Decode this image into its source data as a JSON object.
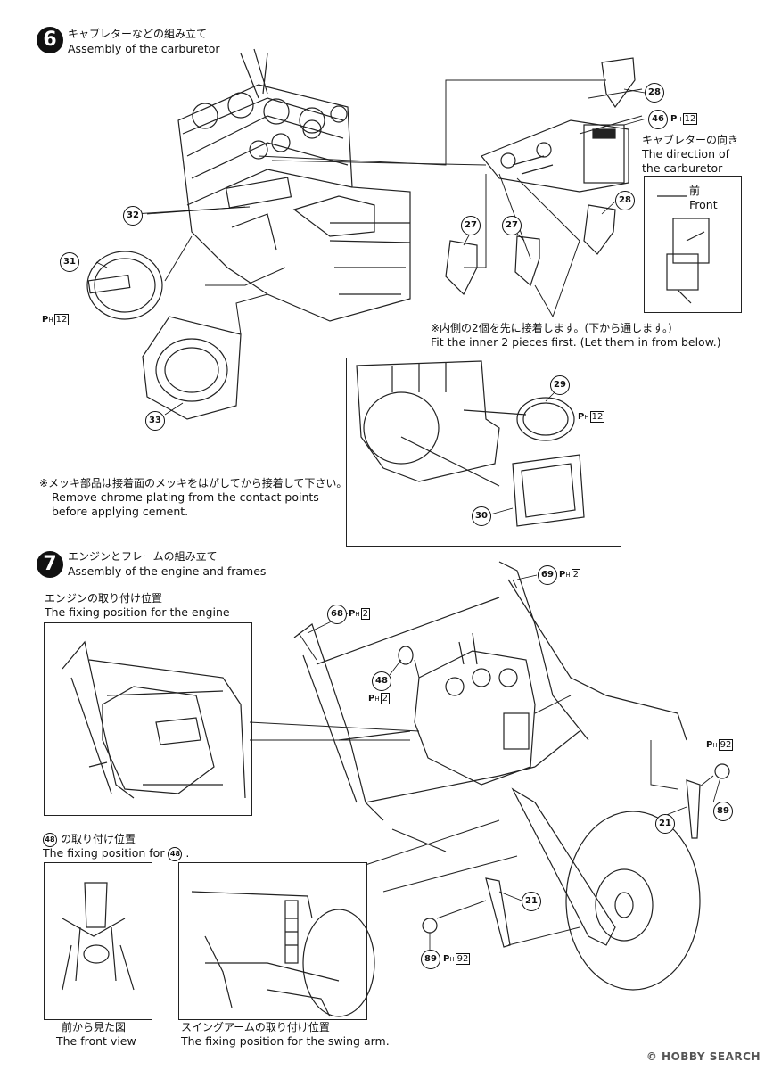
{
  "step6": {
    "number": "6",
    "title_jp": "キャブレターなどの組み立て",
    "title_en": "Assembly of the carburetor",
    "direction_jp": "キャブレターの向き",
    "direction_en1": "The direction of",
    "direction_en2": "the carburetor",
    "front_jp": "前",
    "front_en": "Front",
    "note_inner_jp": "※内側の2個を先に接着します。(下から通します。)",
    "note_inner_en": "Fit the inner 2 pieces first. (Let them in from below.)",
    "note_chrome_jp": "※メッキ部品は接着面のメッキをはがしてから接着して下さい。",
    "note_chrome_en1": "Remove chrome plating from the contact points",
    "note_chrome_en2": "before applying cement."
  },
  "step7": {
    "number": "7",
    "title_jp": "エンジンとフレームの組み立て",
    "title_en": "Assembly of the engine and frames",
    "engine_pos_jp": "エンジンの取り付け位置",
    "engine_pos_en": "The fixing position for the engine",
    "pos48_jp": "の取り付け位置",
    "pos48_en": "The fixing position for",
    "front_view_jp": "前から見た図",
    "front_view_en": "The front view",
    "swing_jp": "スイングアームの取り付け位置",
    "swing_en": "The fixing position for the swing arm."
  },
  "parts": {
    "p28a": "28",
    "p46": "46",
    "p28b": "28",
    "p27a": "27",
    "p27b": "27",
    "p32": "32",
    "p31": "31",
    "p33": "33",
    "p29": "29",
    "p30": "30",
    "p69": "69",
    "p68": "68",
    "p48": "48",
    "p48b": "48",
    "p48c": "48",
    "p21a": "21",
    "p21b": "21",
    "p89a": "89",
    "p89b": "89"
  },
  "runners": {
    "ph_letter": "P",
    "ph_sub": "H",
    "r12": "12",
    "r2": "2",
    "r92": "92"
  },
  "watermark": "© HOBBY SEARCH"
}
